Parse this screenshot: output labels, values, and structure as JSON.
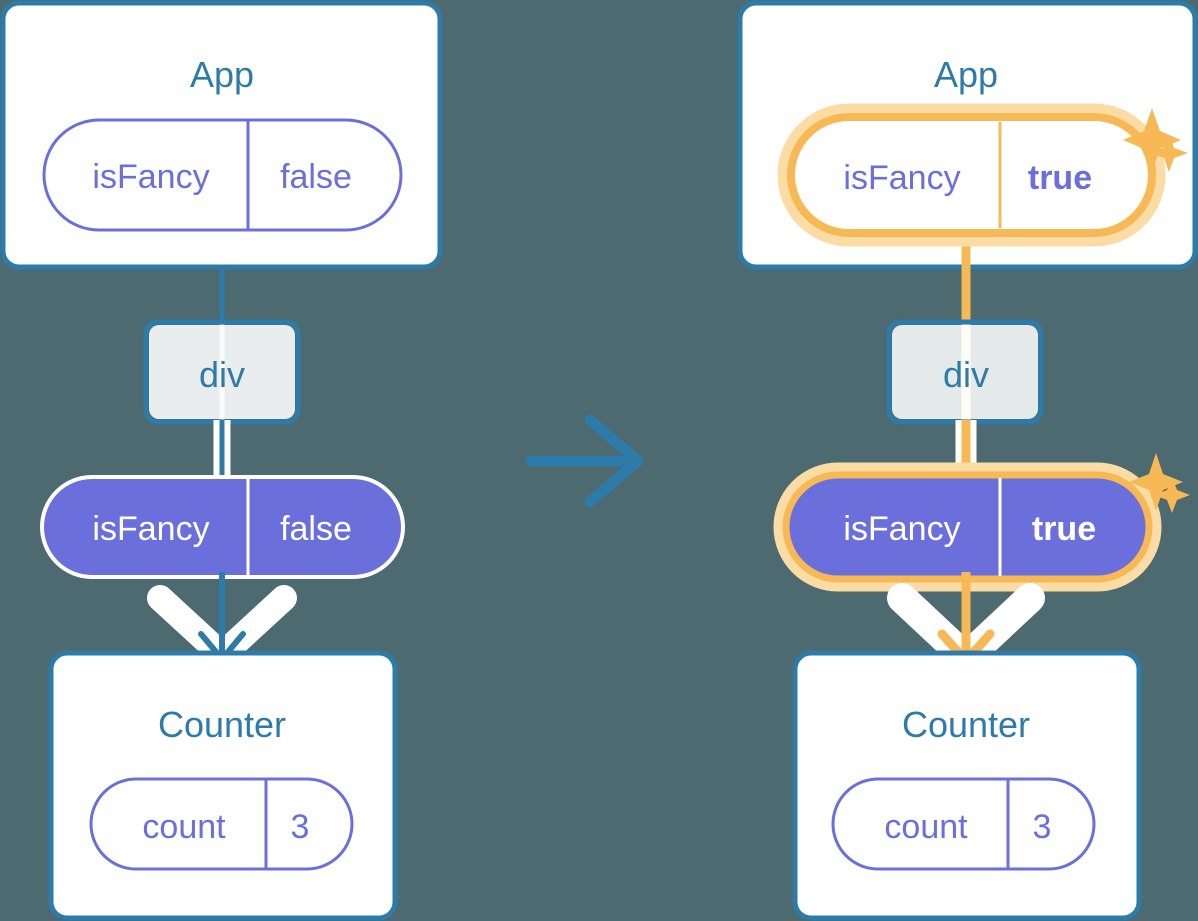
{
  "diagram": {
    "type": "react-state-propagation",
    "background_color": "#4c6a70",
    "transition_arrow": {
      "name": "right-arrow",
      "color": "#2d7ba8"
    },
    "colors": {
      "blue": "#2d7ba8",
      "purple_fill": "#6b6fdb",
      "purple_stroke": "#6b6fdb",
      "white": "#ffffff",
      "orange": "#f7b955",
      "orange_glow": "#fbdca5",
      "background": "#4c6a70",
      "line_faded": "#c9d9e8"
    },
    "panels": [
      {
        "id": "before",
        "app_box": {
          "title": "App",
          "pill": {
            "key": "isFancy",
            "value": "false",
            "style": "outline",
            "highlighted": false,
            "bold_value": false
          }
        },
        "div_box": {
          "label": "div"
        },
        "props_pill": {
          "key": "isFancy",
          "value": "false",
          "style": "filled",
          "highlighted": false,
          "bold_value": false
        },
        "counter_box": {
          "title": "Counter",
          "pill": {
            "key": "count",
            "value": "3",
            "style": "outline",
            "highlighted": false,
            "bold_value": false
          }
        },
        "connector_color": "#2d7ba8",
        "arrow_color": "#2d7ba8",
        "sparkles": false
      },
      {
        "id": "after",
        "app_box": {
          "title": "App",
          "pill": {
            "key": "isFancy",
            "value": "true",
            "style": "outline",
            "highlighted": true,
            "bold_value": true
          }
        },
        "div_box": {
          "label": "div"
        },
        "props_pill": {
          "key": "isFancy",
          "value": "true",
          "style": "filled",
          "highlighted": true,
          "bold_value": true
        },
        "counter_box": {
          "title": "Counter",
          "pill": {
            "key": "count",
            "value": "3",
            "style": "outline",
            "highlighted": false,
            "bold_value": false
          }
        },
        "connector_color": "#f7b955",
        "arrow_color": "#f7b955",
        "sparkles": true
      }
    ]
  }
}
